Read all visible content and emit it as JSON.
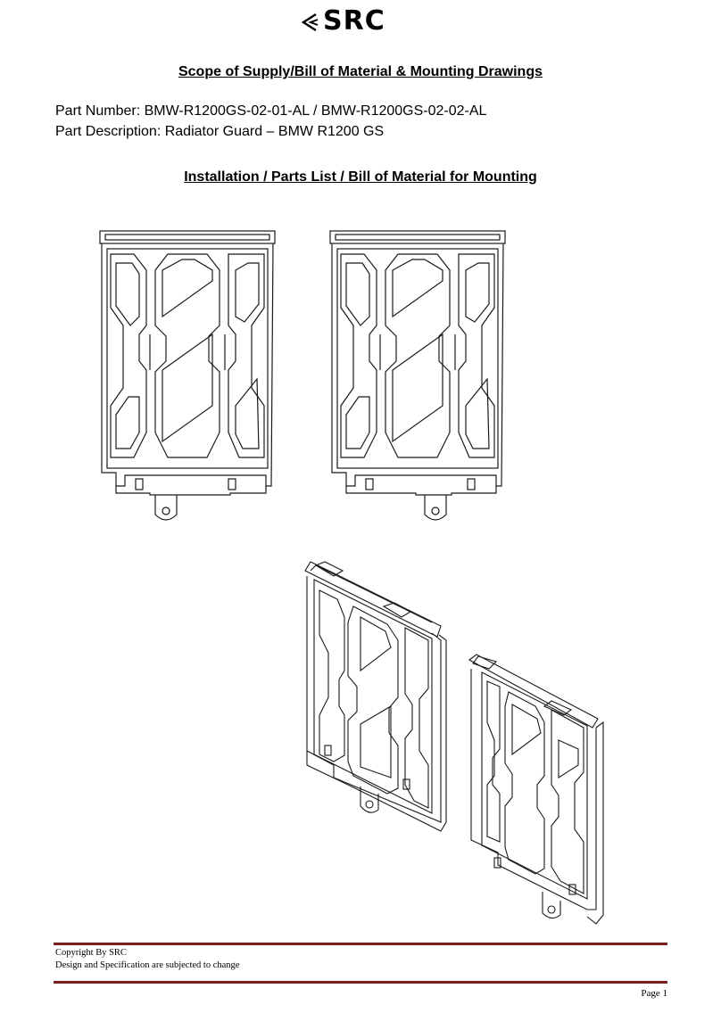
{
  "header": {
    "logo_text": "SRC"
  },
  "document": {
    "title": "Scope of Supply/Bill of Material & Mounting Drawings",
    "part_number": "Part Number: BMW-R1200GS-02-01-AL / BMW-R1200GS-02-02-AL",
    "part_description": "Part Description: Radiator Guard – BMW R1200 GS",
    "section_title": "Installation / Parts List / Bill of Material for Mounting"
  },
  "footer": {
    "copyright": "Copyright By SRC",
    "disclaimer": "Design and Specification are subjected to change",
    "page": "Page 1"
  },
  "colors": {
    "rule": "#7a1f1f",
    "line": "#1a1a1a"
  }
}
